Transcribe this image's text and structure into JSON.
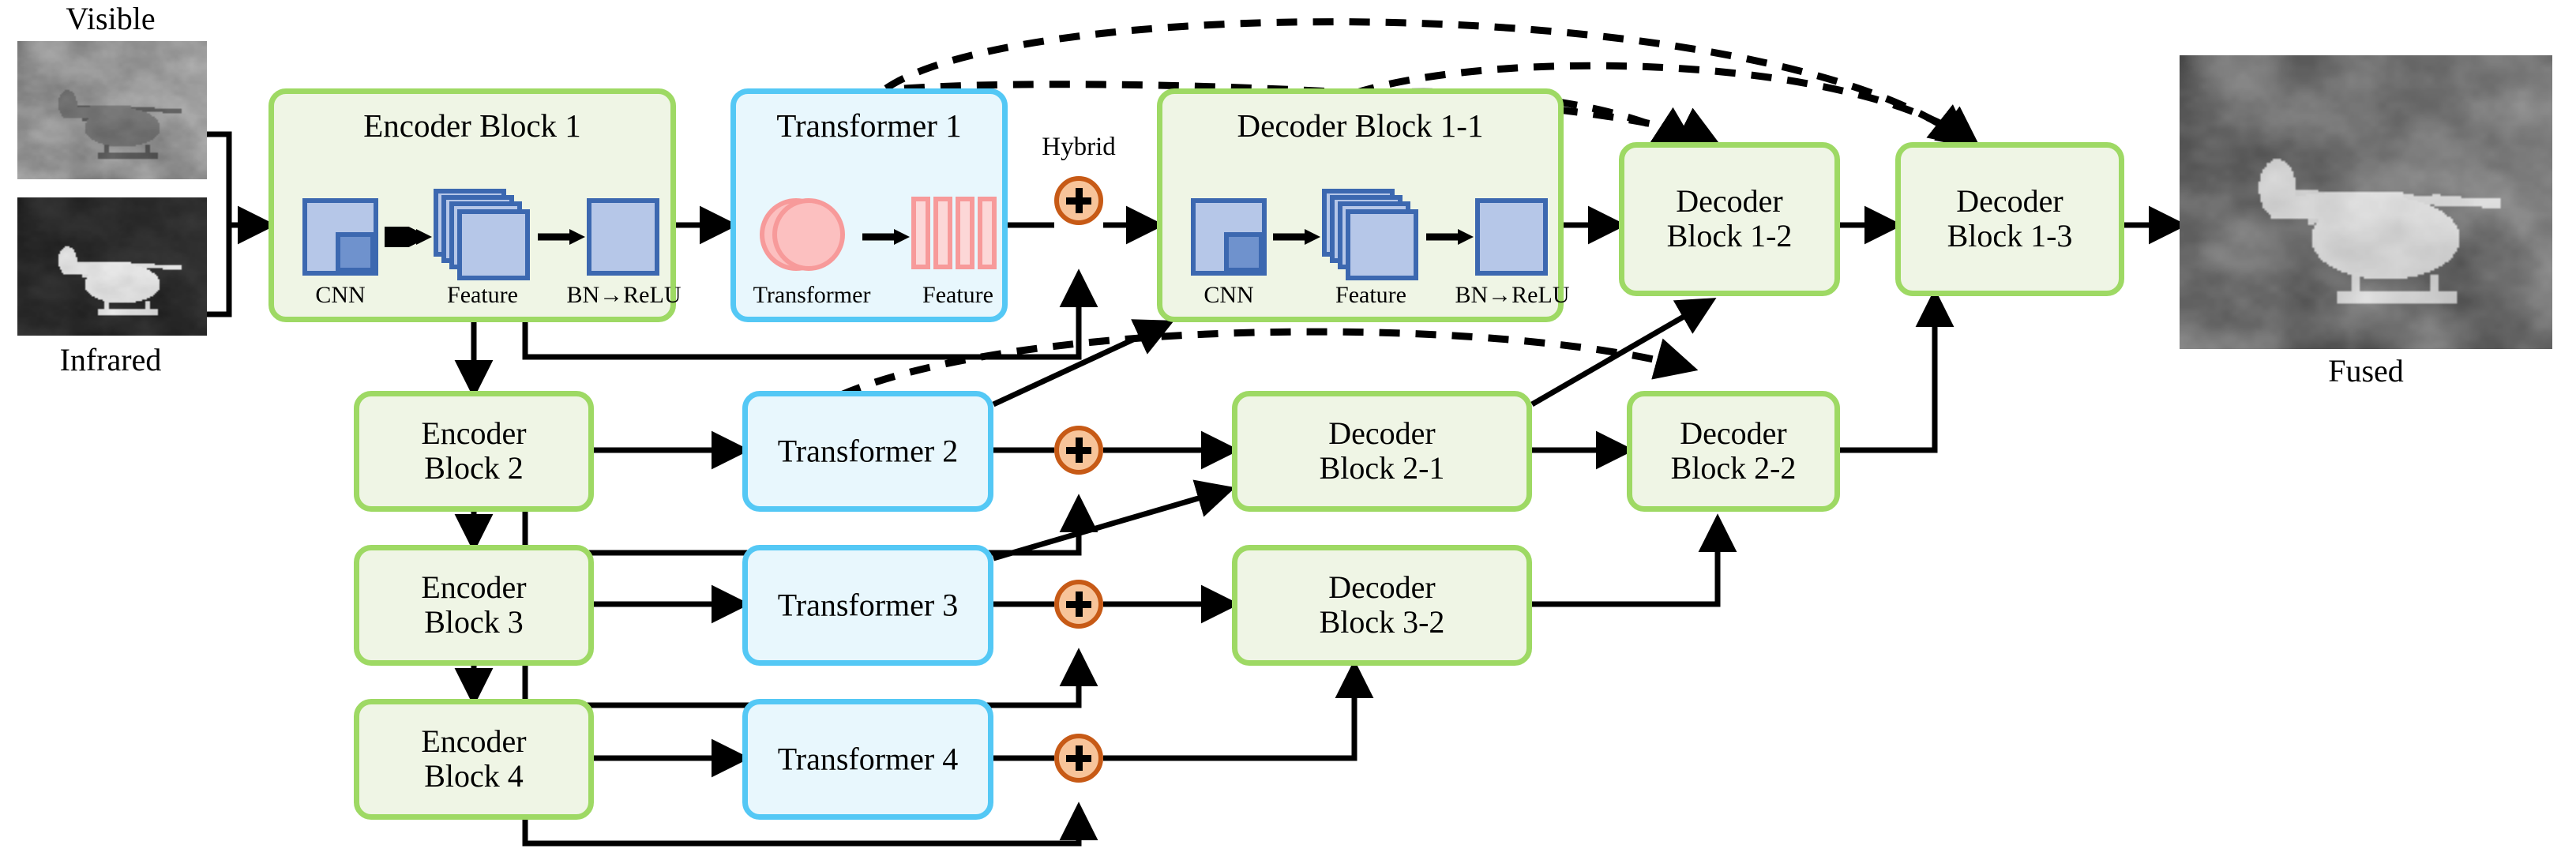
{
  "diagram": {
    "title": "Hybrid CNN-Transformer fusion network architecture",
    "colors": {
      "encoder_decoder_fill": "#eff5e5",
      "encoder_decoder_border": "#9ed964",
      "transformer_fill": "#e8f7fd",
      "transformer_border": "#54c8f5",
      "feature_fill": "#b6c7e8",
      "feature_border": "#3c68b0",
      "cnn_inner_fill": "#6f92cd",
      "transformer_glyph_fill": "#fcc0c0",
      "transformer_glyph_border": "#f79a9a",
      "plus_fill": "#f7c49a",
      "plus_border": "#c75a16",
      "arrow": "#000000"
    },
    "inputs": [
      {
        "id": "visible",
        "caption": "Visible",
        "caption_position": "top"
      },
      {
        "id": "infrared",
        "caption": "Infrared",
        "caption_position": "bottom"
      }
    ],
    "output": {
      "id": "fused",
      "caption": "Fused",
      "caption_position": "bottom"
    },
    "encoder_blocks": [
      {
        "id": "encoder-block-1",
        "title": "Encoder Block 1",
        "detailed": true,
        "stages": [
          "CNN",
          "Feature",
          "BN→ReLU"
        ]
      },
      {
        "id": "encoder-block-2",
        "title": "Encoder\nBlock 2",
        "detailed": false
      },
      {
        "id": "encoder-block-3",
        "title": "Encoder\nBlock 3",
        "detailed": false
      },
      {
        "id": "encoder-block-4",
        "title": "Encoder\nBlock 4",
        "detailed": false
      }
    ],
    "transformer_blocks": [
      {
        "id": "transformer-1",
        "title": "Transformer 1",
        "detailed": true,
        "stages": [
          "Transformer",
          "Feature"
        ]
      },
      {
        "id": "transformer-2",
        "title": "Transformer 2",
        "detailed": false
      },
      {
        "id": "transformer-3",
        "title": "Transformer 3",
        "detailed": false
      },
      {
        "id": "transformer-4",
        "title": "Transformer 4",
        "detailed": false
      }
    ],
    "decoder_blocks": [
      {
        "id": "decoder-block-1-1",
        "title": "Decoder Block 1-1",
        "detailed": true,
        "stages": [
          "CNN",
          "Feature",
          "BN→ReLU"
        ]
      },
      {
        "id": "decoder-block-1-2",
        "title": "Decoder\nBlock 1-2",
        "detailed": false
      },
      {
        "id": "decoder-block-1-3",
        "title": "Decoder\nBlock 1-3",
        "detailed": false
      },
      {
        "id": "decoder-block-2-1",
        "title": "Decoder\nBlock 2-1",
        "detailed": false
      },
      {
        "id": "decoder-block-2-2",
        "title": "Decoder\nBlock 2-2",
        "detailed": false
      },
      {
        "id": "decoder-block-3-2",
        "title": "Decoder\nBlock 3-2",
        "detailed": false
      }
    ],
    "fusion_nodes": [
      {
        "id": "plus-1",
        "symbol": "+",
        "label": "Hybrid"
      },
      {
        "id": "plus-2",
        "symbol": "+",
        "label": ""
      },
      {
        "id": "plus-3",
        "symbol": "+",
        "label": ""
      },
      {
        "id": "plus-4",
        "symbol": "+",
        "label": ""
      }
    ],
    "stage_labels": {
      "cnn": "CNN",
      "feature": "Feature",
      "bn_relu": "BN→ReLU",
      "transformer": "Transformer"
    },
    "hybrid_label": "Hybrid"
  }
}
